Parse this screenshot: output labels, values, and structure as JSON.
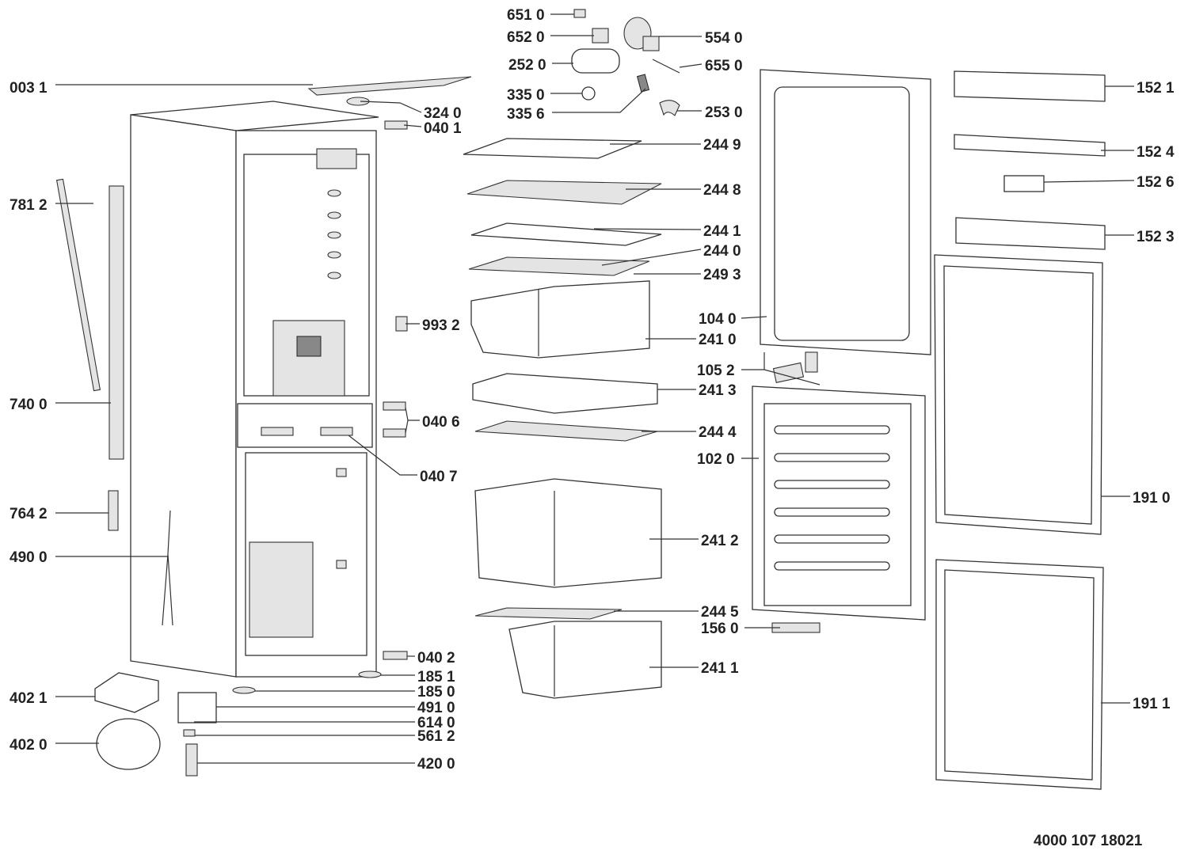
{
  "diagram": {
    "title": "Refrigerator exploded parts diagram",
    "document_code": "4000 107 18021",
    "labels": [
      "003 1",
      "324 0",
      "040 1",
      "781 2",
      "740 0",
      "764 2",
      "490 0",
      "402 1",
      "402 0",
      "993 2",
      "040 6",
      "040 7",
      "040 2",
      "185 1",
      "185 0",
      "491 0",
      "614 0",
      "561 2",
      "420 0",
      "651 0",
      "652 0",
      "252 0",
      "335 0",
      "335 6",
      "554 0",
      "655 0",
      "253 0",
      "244 9",
      "244 8",
      "244 1",
      "244 0",
      "249 3",
      "104 0",
      "241 0",
      "105 2",
      "241 3",
      "244 4",
      "102 0",
      "241 2",
      "244 5",
      "156 0",
      "241 1",
      "152 1",
      "152 4",
      "152 6",
      "152 3",
      "191 0",
      "191 1"
    ]
  }
}
